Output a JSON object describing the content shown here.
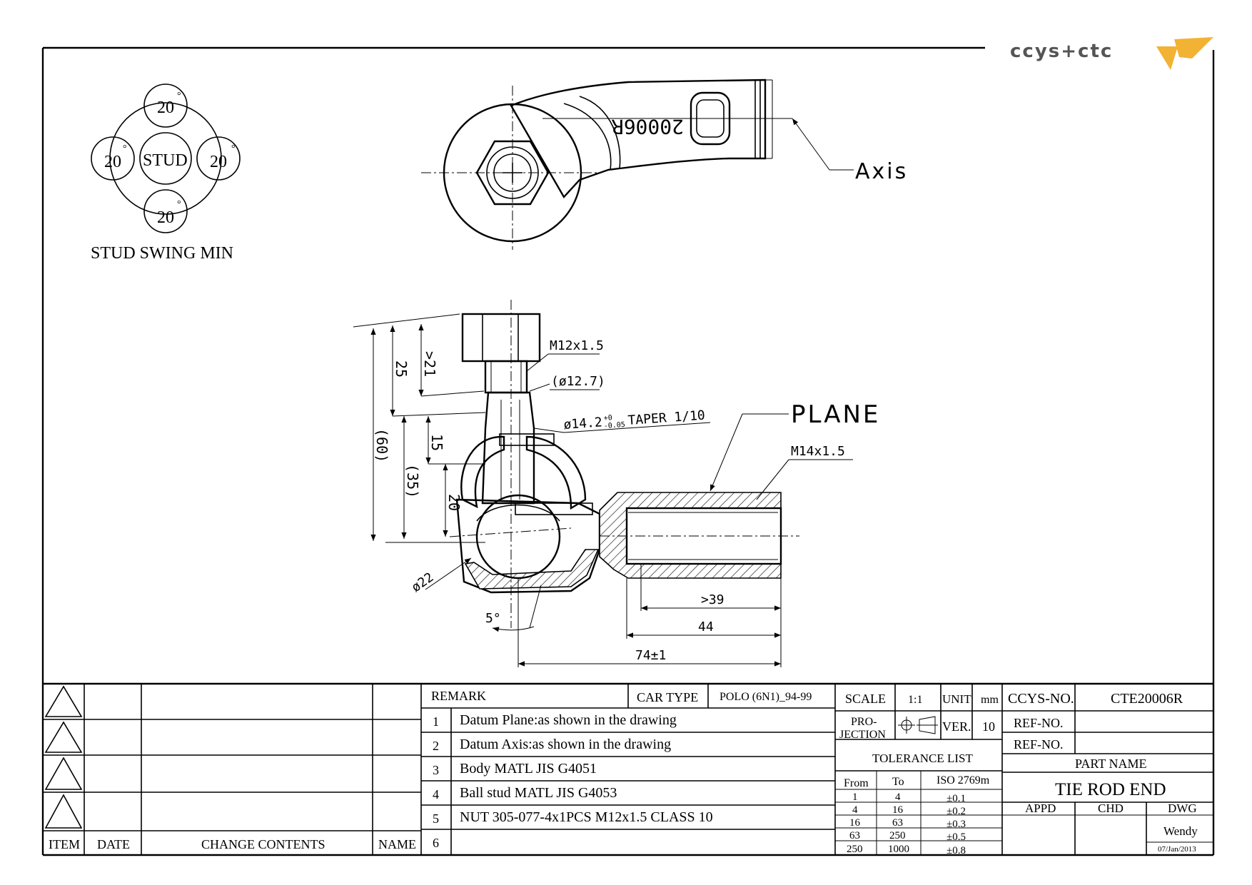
{
  "logo": {
    "text": "ccys+ctc",
    "mark_color": "#f2b233",
    "text_color": "#555555"
  },
  "swing": {
    "up": "20",
    "left": "20",
    "right": "20",
    "down": "20",
    "degree_mark": "°",
    "center": "STUD",
    "caption": "STUD SWING MIN"
  },
  "top_view": {
    "part_mark": "20006R",
    "axis_label": "Axis"
  },
  "side_view": {
    "dims": {
      "d60": "(60)",
      "d25": "25",
      "d21": ">21",
      "d15": "15",
      "d35": "(35)",
      "d20": "20",
      "thread_stud": "M12x1.5",
      "d127": "(ø12.7)",
      "taper": "ø14.2",
      "taper_tol_up": "+0",
      "taper_tol_dn": "-0.05",
      "taper_text": "TAPER 1/10",
      "plane": "PLANE",
      "thread_body": "M14x1.5",
      "d22": "ø22",
      "angle": "5°",
      "d39": ">39",
      "d44": "44",
      "d74": "74±1"
    }
  },
  "title_block": {
    "change_rows": 4,
    "change_header": {
      "item": "ITEM",
      "date": "DATE",
      "contents": "CHANGE CONTENTS",
      "name": "NAME"
    },
    "remark_label": "REMARK",
    "car_type_label": "CAR TYPE",
    "car_type": "POLO (6N1)_94-99",
    "remarks": [
      {
        "no": "1",
        "text": "Datum Plane:as shown in the drawing"
      },
      {
        "no": "2",
        "text": "Datum Axis:as shown in the drawing"
      },
      {
        "no": "3",
        "text": "Body MATL JIS G4051"
      },
      {
        "no": "4",
        "text": "Ball stud MATL JIS G4053"
      },
      {
        "no": "5",
        "text": "NUT 305-077-4x1PCS M12x1.5 CLASS 10"
      },
      {
        "no": "6",
        "text": ""
      }
    ],
    "scale_label": "SCALE",
    "scale": "1:1",
    "unit_label": "UNIT",
    "unit": "mm",
    "projection_label_1": "PRO-",
    "projection_label_2": "JECTION",
    "ver_label": "VER.",
    "ver": "10",
    "tolerance_title": "TOLERANCE LIST",
    "tolerance_header": {
      "from": "From",
      "to": "To",
      "iso": "ISO 2769m"
    },
    "tolerance_rows": [
      {
        "from": "1",
        "to": "4",
        "tol": "±0.1"
      },
      {
        "from": "4",
        "to": "16",
        "tol": "±0.2"
      },
      {
        "from": "16",
        "to": "63",
        "tol": "±0.3"
      },
      {
        "from": "63",
        "to": "250",
        "tol": "±0.5"
      },
      {
        "from": "250",
        "to": "1000",
        "tol": "±0.8"
      }
    ],
    "ccys_no_label": "CCYS-NO.",
    "ccys_no": "CTE20006R",
    "ref_no_label_1": "REF-NO.",
    "ref_no_label_2": "REF-NO.",
    "part_name_label": "PART NAME",
    "part_name": "TIE ROD END",
    "appd_label": "APPD",
    "chd_label": "CHD",
    "dwg_label": "DWG",
    "dwg_name": "Wendy",
    "dwg_date": "07/Jan/2013"
  }
}
